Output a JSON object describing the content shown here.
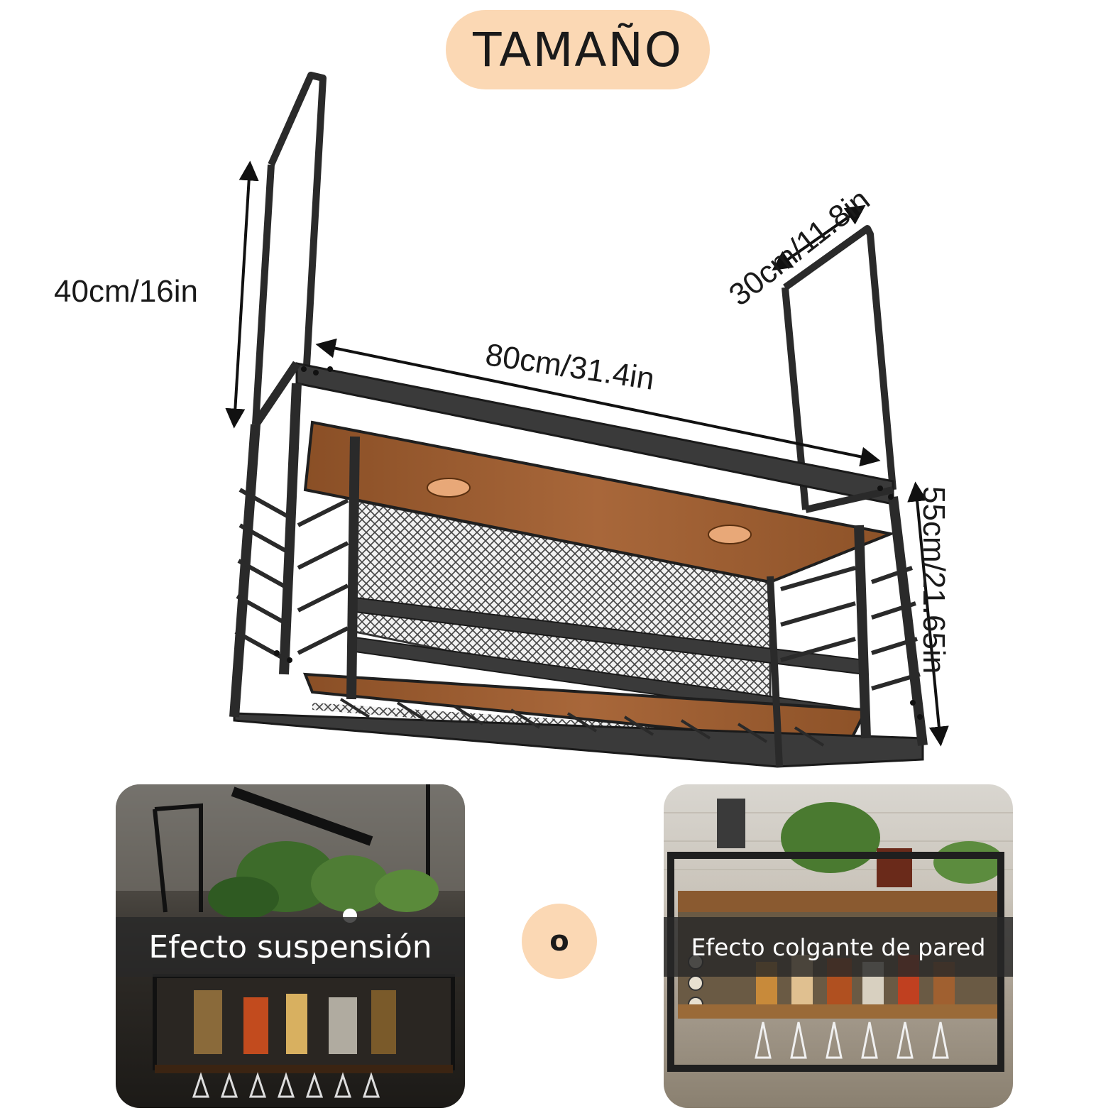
{
  "title": "TAMAÑO",
  "dimensions": {
    "height_top": "40cm/16in",
    "width": "80cm/31.4in",
    "depth": "30cm/11.8in",
    "total_height": "55cm/21.65in"
  },
  "options": {
    "left_label": "Efecto suspensión",
    "separator": "o",
    "right_label": "Efecto colgante de pared"
  },
  "colors": {
    "accent_peach": "#fbd8b4",
    "frame_black": "#2a2a2a",
    "wood_brown": "#9a5a2c"
  }
}
